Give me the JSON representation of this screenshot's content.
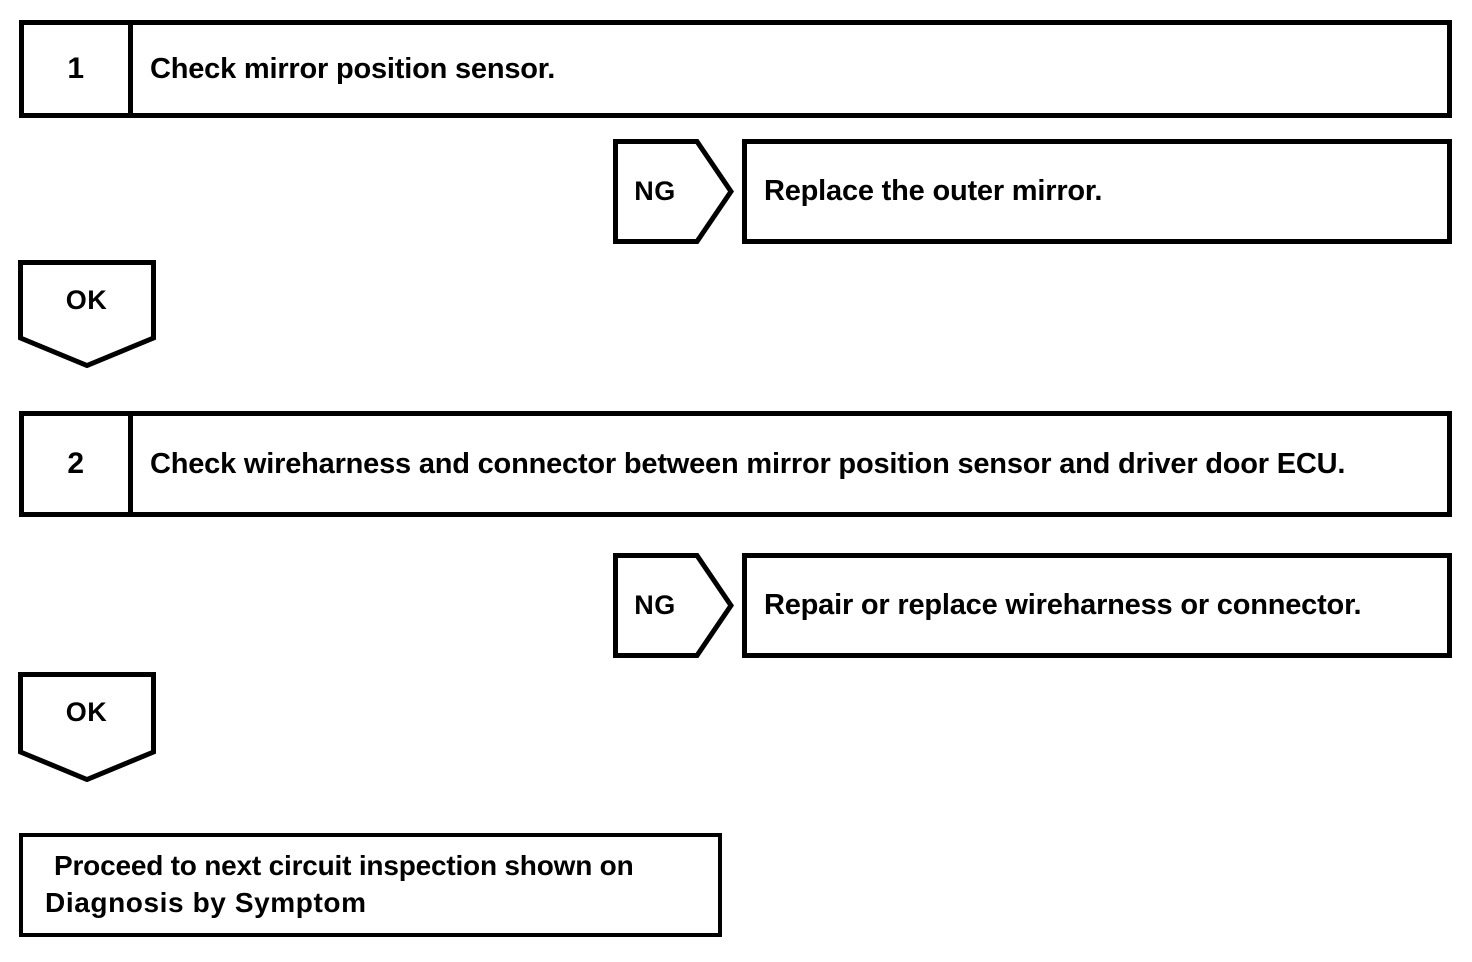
{
  "document": {
    "kind": "troubleshooting-flowchart",
    "background_color": "#ffffff",
    "line_color": "#000000"
  },
  "steps": [
    {
      "number": "1",
      "text": "Check mirror position sensor."
    },
    {
      "number": "2",
      "text": "Check wireharness and connector between mirror position sensor and driver door ECU."
    }
  ],
  "branches": [
    {
      "label": "NG",
      "result": "Replace the outer mirror."
    },
    {
      "label": "NG",
      "result": "Repair or replace wireharness or connector."
    }
  ],
  "continuations": [
    {
      "label": "OK"
    },
    {
      "label": "OK"
    }
  ],
  "terminal": {
    "line1": "Proceed to next circuit inspection shown on",
    "line2": "Diagnosis by Symptom"
  }
}
